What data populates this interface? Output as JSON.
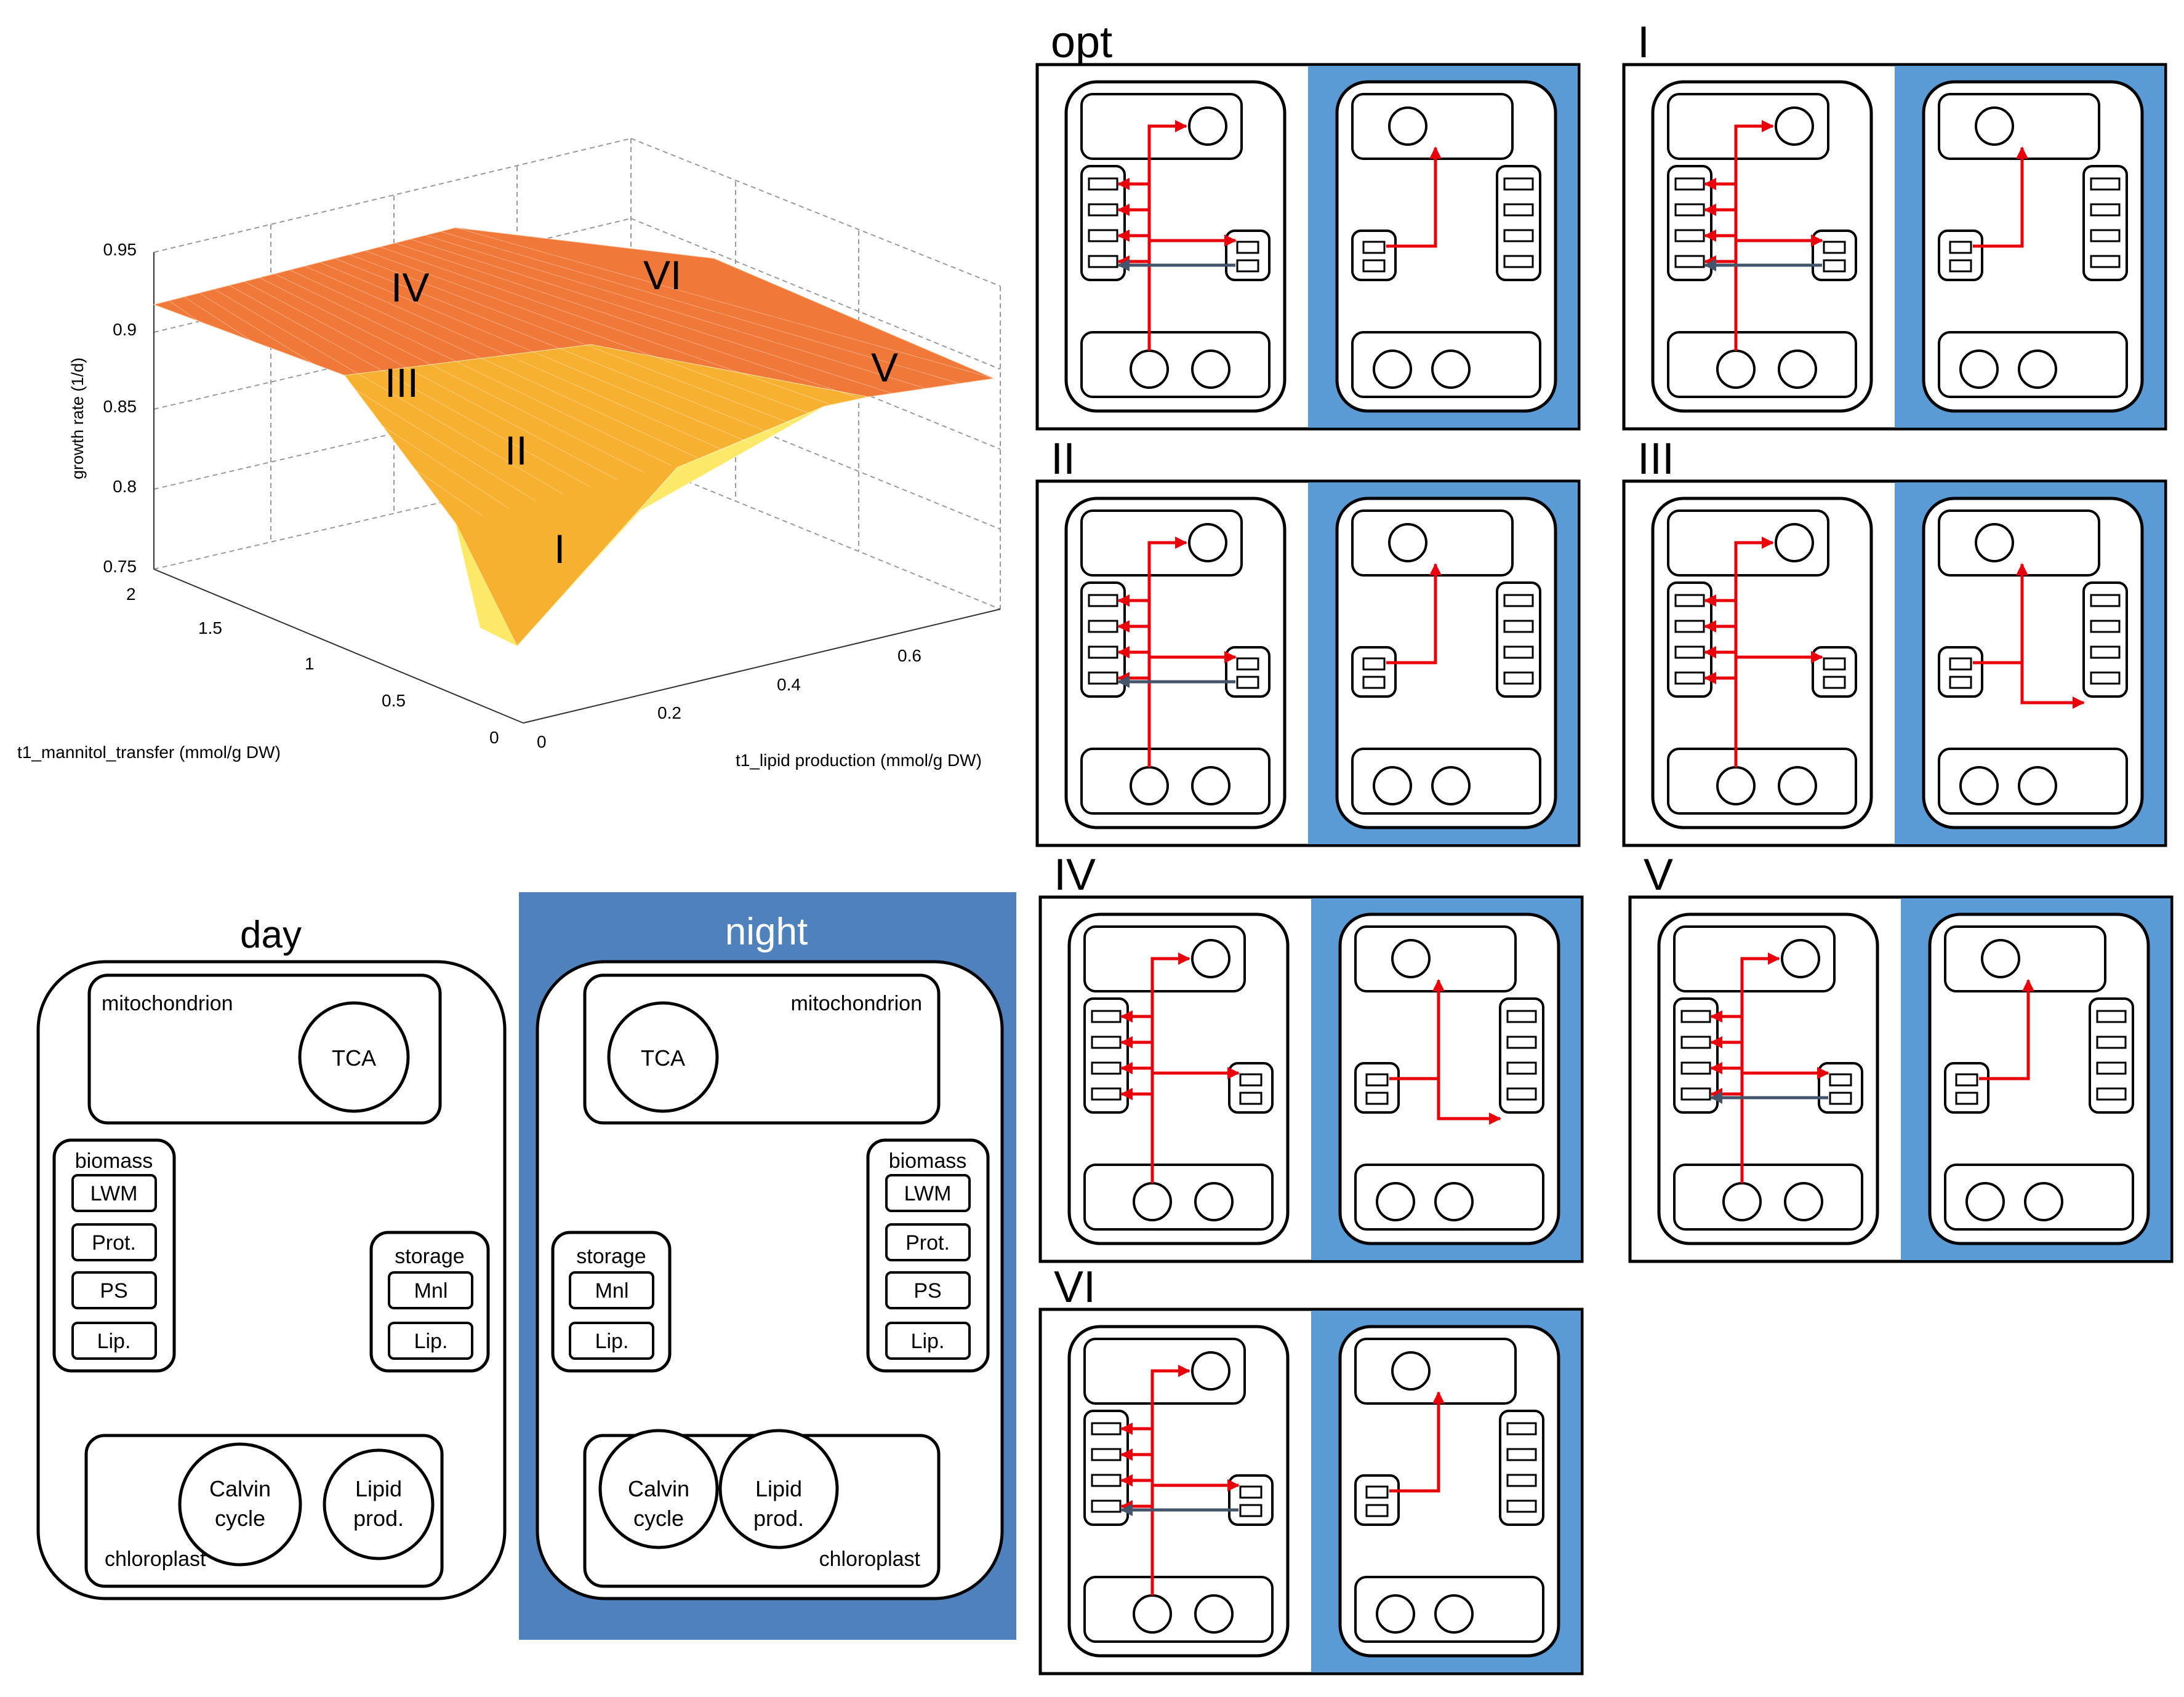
{
  "colors": {
    "night_bg": "#4f81bd",
    "state_night_bg": "#5b9bd5",
    "flux_red": "#e8000b",
    "flux_gray": "#44546a",
    "surf_high": "#f07838",
    "surf_mid": "#f8b030",
    "surf_low": "#fde968",
    "grid_line": "#9a9a9a"
  },
  "surface_plot": {
    "zlabel": "growth rate (1/d)",
    "xlabel": "t1_mannitol_transfer (mmol/g DW)",
    "ylabel": "t1_lipid production (mmol/g DW)",
    "z_ticks": [
      "0.95",
      "0.9",
      "0.85",
      "0.8",
      "0.75"
    ],
    "x_ticks": [
      "2",
      "1.5",
      "1",
      "0.5",
      "0"
    ],
    "y_ticks": [
      "0",
      "0.2",
      "0.4",
      "0.6"
    ],
    "regions": [
      "IV",
      "VI",
      "III",
      "V",
      "II",
      "I"
    ]
  },
  "cell_legend": {
    "day": {
      "title": "day",
      "mito_label": "mitochondrion",
      "tca": "TCA",
      "biomass_label": "biomass",
      "biomass_items": [
        "LWM",
        "Prot.",
        "PS",
        "Lip."
      ],
      "storage_label": "storage",
      "storage_items": [
        "Mnl",
        "Lip."
      ],
      "calvin": [
        "Calvin",
        "cycle"
      ],
      "lipid": [
        "Lipid",
        "prod."
      ],
      "chloro_label": "chloroplast"
    },
    "night": {
      "title": "night",
      "mito_label": "mitochondrion",
      "tca": "TCA",
      "biomass_label": "biomass",
      "biomass_items": [
        "LWM",
        "Prot.",
        "PS",
        "Lip."
      ],
      "storage_label": "storage",
      "storage_items": [
        "Mnl",
        "Lip."
      ],
      "calvin": [
        "Calvin",
        "cycle"
      ],
      "lipid": [
        "Lipid",
        "prod."
      ],
      "chloro_label": "chloroplast"
    }
  },
  "states": [
    "opt",
    "I",
    "II",
    "III",
    "IV",
    "V",
    "VI"
  ]
}
